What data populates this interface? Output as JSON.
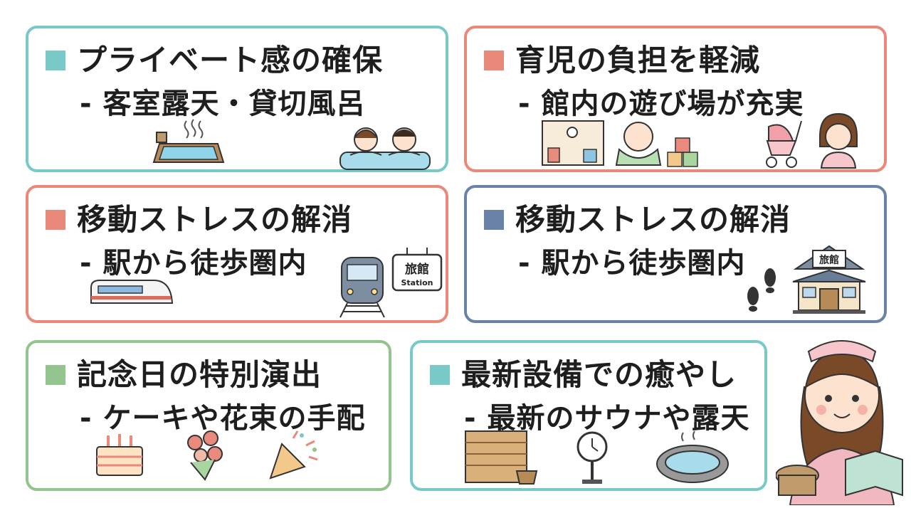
{
  "colors": {
    "teal": "#79c9c8",
    "salmon": "#e9897a",
    "blue_grey": "#6b82a8",
    "green": "#93c48e",
    "text": "#1e1e1e"
  },
  "cards": [
    {
      "title": "プライベート感の確保",
      "sub": "- 客室露天・貸切風呂",
      "color": "#79c9c8",
      "icons": [
        "hot-spring-bath-icon",
        "couple-in-bath-icon"
      ]
    },
    {
      "title": "育児の負担を軽減",
      "sub": "- 館内の遊び場が充実",
      "color": "#e9897a",
      "icons": [
        "playroom-icon",
        "baby-icon",
        "toy-blocks-icon",
        "stroller-icon",
        "mother-icon"
      ]
    },
    {
      "title": "移動ストレスの解消",
      "sub": "- 駅から徒歩圏内",
      "color": "#e9897a",
      "icons": [
        "bullet-train-icon",
        "train-front-icon",
        "station-sign-icon"
      ]
    },
    {
      "title": "移動ストレスの解消",
      "sub": "- 駅から徒歩圏内",
      "color": "#6b82a8",
      "icons": [
        "footprints-icon",
        "ryokan-building-icon"
      ]
    },
    {
      "title": "記念日の特別演出",
      "sub": "- ケーキや花束の手配",
      "color": "#93c48e",
      "icons": [
        "cake-icon",
        "bouquet-icon",
        "party-popper-icon"
      ]
    },
    {
      "title": "最新設備での癒やし",
      "sub": "- 最新のサウナや露天",
      "color": "#79c9c8",
      "icons": [
        "sauna-icon",
        "sauna-timer-icon",
        "open-air-bath-icon"
      ]
    }
  ],
  "signs": {
    "station_kanji": "旅館",
    "station_en": "Station",
    "ryokan_kanji": "旅館"
  },
  "mascot": "ryokan-staff-mascot-icon"
}
